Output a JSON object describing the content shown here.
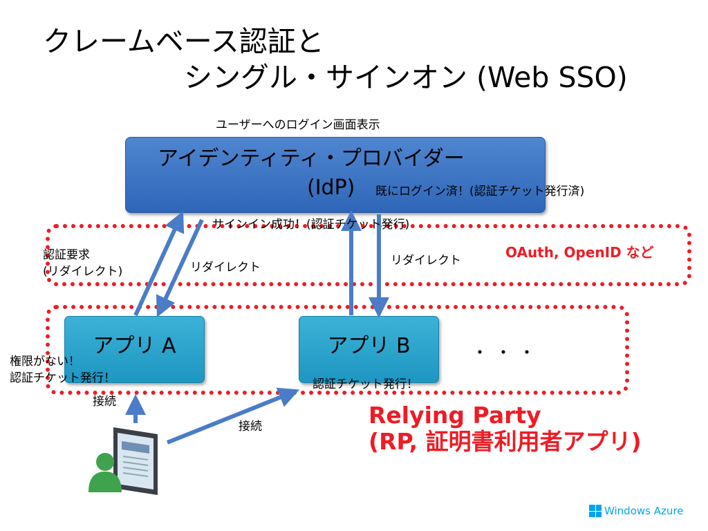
{
  "title": {
    "line1": "クレームベース認証と",
    "line2": "シングル・サインオン (Web SSO)"
  },
  "idp": {
    "caption_above": "ユーザーへのログイン画面表示",
    "name_line1": "アイデンティティ・プロバイダー",
    "name_line2": "(IdP)",
    "note": "既にログイン済！(認証チケット発行済)"
  },
  "flow_labels": {
    "signin_success": "サインイン成功！(認証チケット発行)",
    "auth_request_line1": "認証要求",
    "auth_request_line2": "(リダイレクト)",
    "redirect_a": "リダイレクト",
    "redirect_b": "リダイレクト",
    "protocols": "OAuth, OpenID など"
  },
  "apps": {
    "app_a": "アプリ A",
    "app_b": "アプリ B",
    "ellipsis": "・・・",
    "app_a_note_line1": "権限がない！",
    "app_a_note_line2": "認証チケット発行！",
    "app_b_note": "認証チケット発行！"
  },
  "connections": {
    "connect_a": "接続",
    "connect_b": "接続"
  },
  "relying_party": {
    "line1": "Relying Party",
    "line2": "(RP, 証明書利用者アプリ)"
  },
  "brand": {
    "name": "Windows Azure",
    "color": "#00a4ef"
  },
  "colors": {
    "arrow": "#4a7cc7",
    "dotted_border": "#ee1c24",
    "idp_box": "#3a74c4",
    "app_box": "#2aa5cf"
  }
}
